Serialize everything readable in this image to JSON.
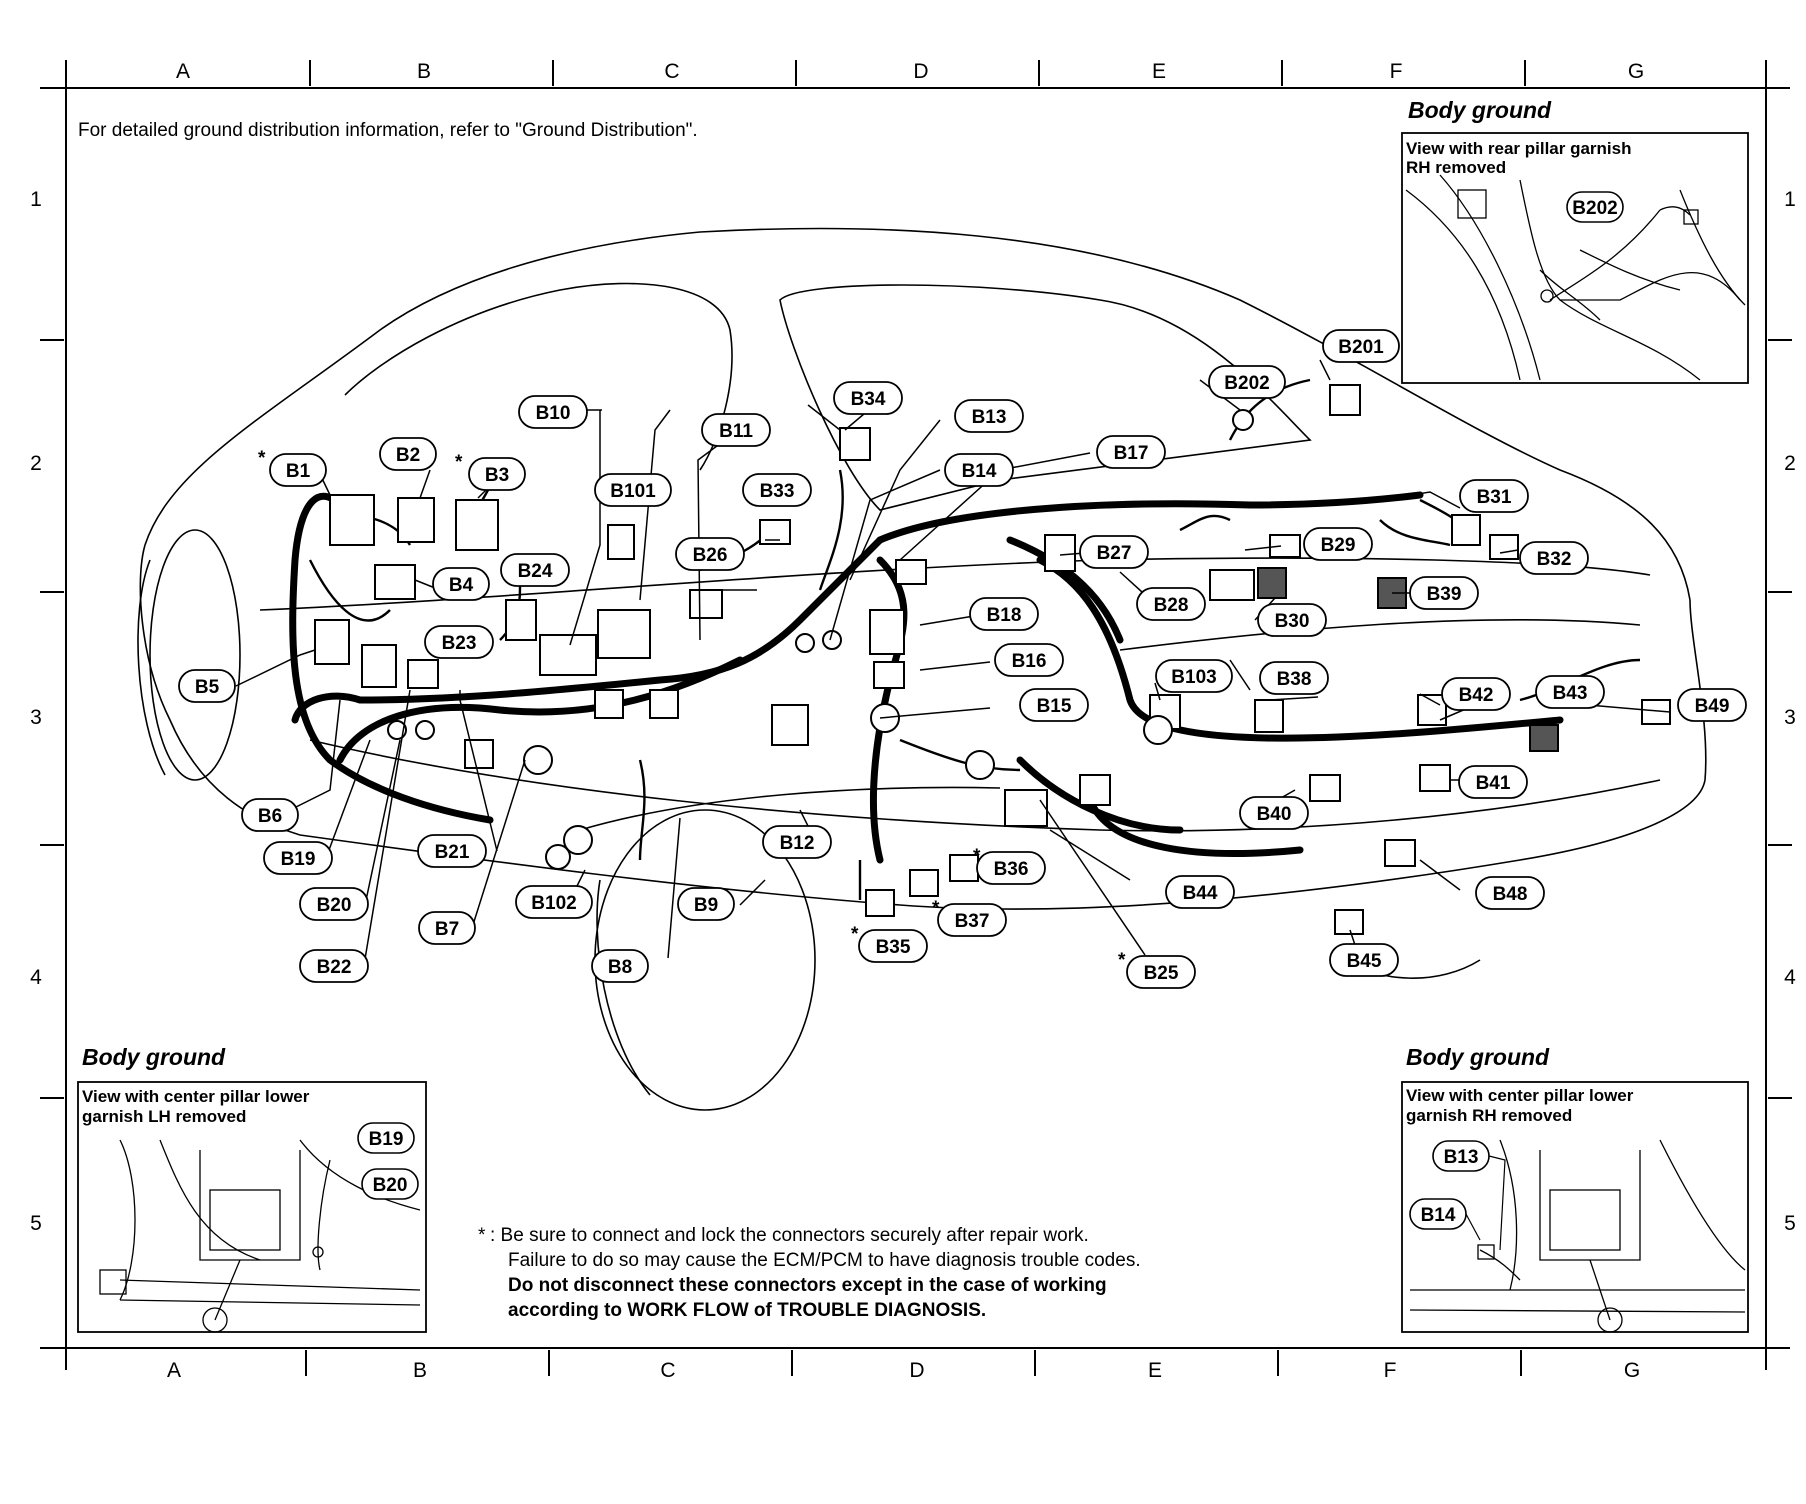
{
  "grid": {
    "columns": [
      "A",
      "B",
      "C",
      "D",
      "E",
      "F",
      "G"
    ],
    "rows": [
      "1",
      "2",
      "3",
      "4",
      "5"
    ]
  },
  "note": "For detailed ground distribution information, refer to \"Ground Distribution\".",
  "insets": {
    "rear_rh": {
      "title": "Body ground",
      "subtitle_1": "View with rear pillar garnish",
      "subtitle_2": "RH removed",
      "labels": [
        "B202"
      ]
    },
    "center_lh": {
      "title": "Body ground",
      "subtitle_1": "View with center pillar lower",
      "subtitle_2": "garnish LH removed",
      "labels": [
        "B19",
        "B20"
      ]
    },
    "center_rh": {
      "title": "Body ground",
      "subtitle_1": "View with center pillar lower",
      "subtitle_2": "garnish RH removed",
      "labels": [
        "B13",
        "B14"
      ]
    }
  },
  "connectors": [
    "B1",
    "B2",
    "B3",
    "B4",
    "B5",
    "B6",
    "B7",
    "B8",
    "B9",
    "B10",
    "B11",
    "B12",
    "B13",
    "B14",
    "B15",
    "B16",
    "B17",
    "B18",
    "B19",
    "B20",
    "B21",
    "B22",
    "B23",
    "B24",
    "B25",
    "B26",
    "B27",
    "B28",
    "B29",
    "B30",
    "B31",
    "B32",
    "B33",
    "B34",
    "B35",
    "B36",
    "B37",
    "B38",
    "B39",
    "B40",
    "B41",
    "B42",
    "B43",
    "B44",
    "B45",
    "B48",
    "B49",
    "B101",
    "B102",
    "B103",
    "B201",
    "B202"
  ],
  "starred": [
    "B1",
    "B3",
    "B25",
    "B35",
    "B36",
    "B37"
  ],
  "footnote": {
    "star": "*",
    "line1": ": Be sure to connect and lock the connectors securely after repair work.",
    "line2": "Failure to do so may cause the ECM/PCM to have diagnosis trouble codes.",
    "line3": "Do not disconnect these connectors except in the case of working",
    "line4": "according to WORK FLOW of TROUBLE DIAGNOSIS."
  }
}
